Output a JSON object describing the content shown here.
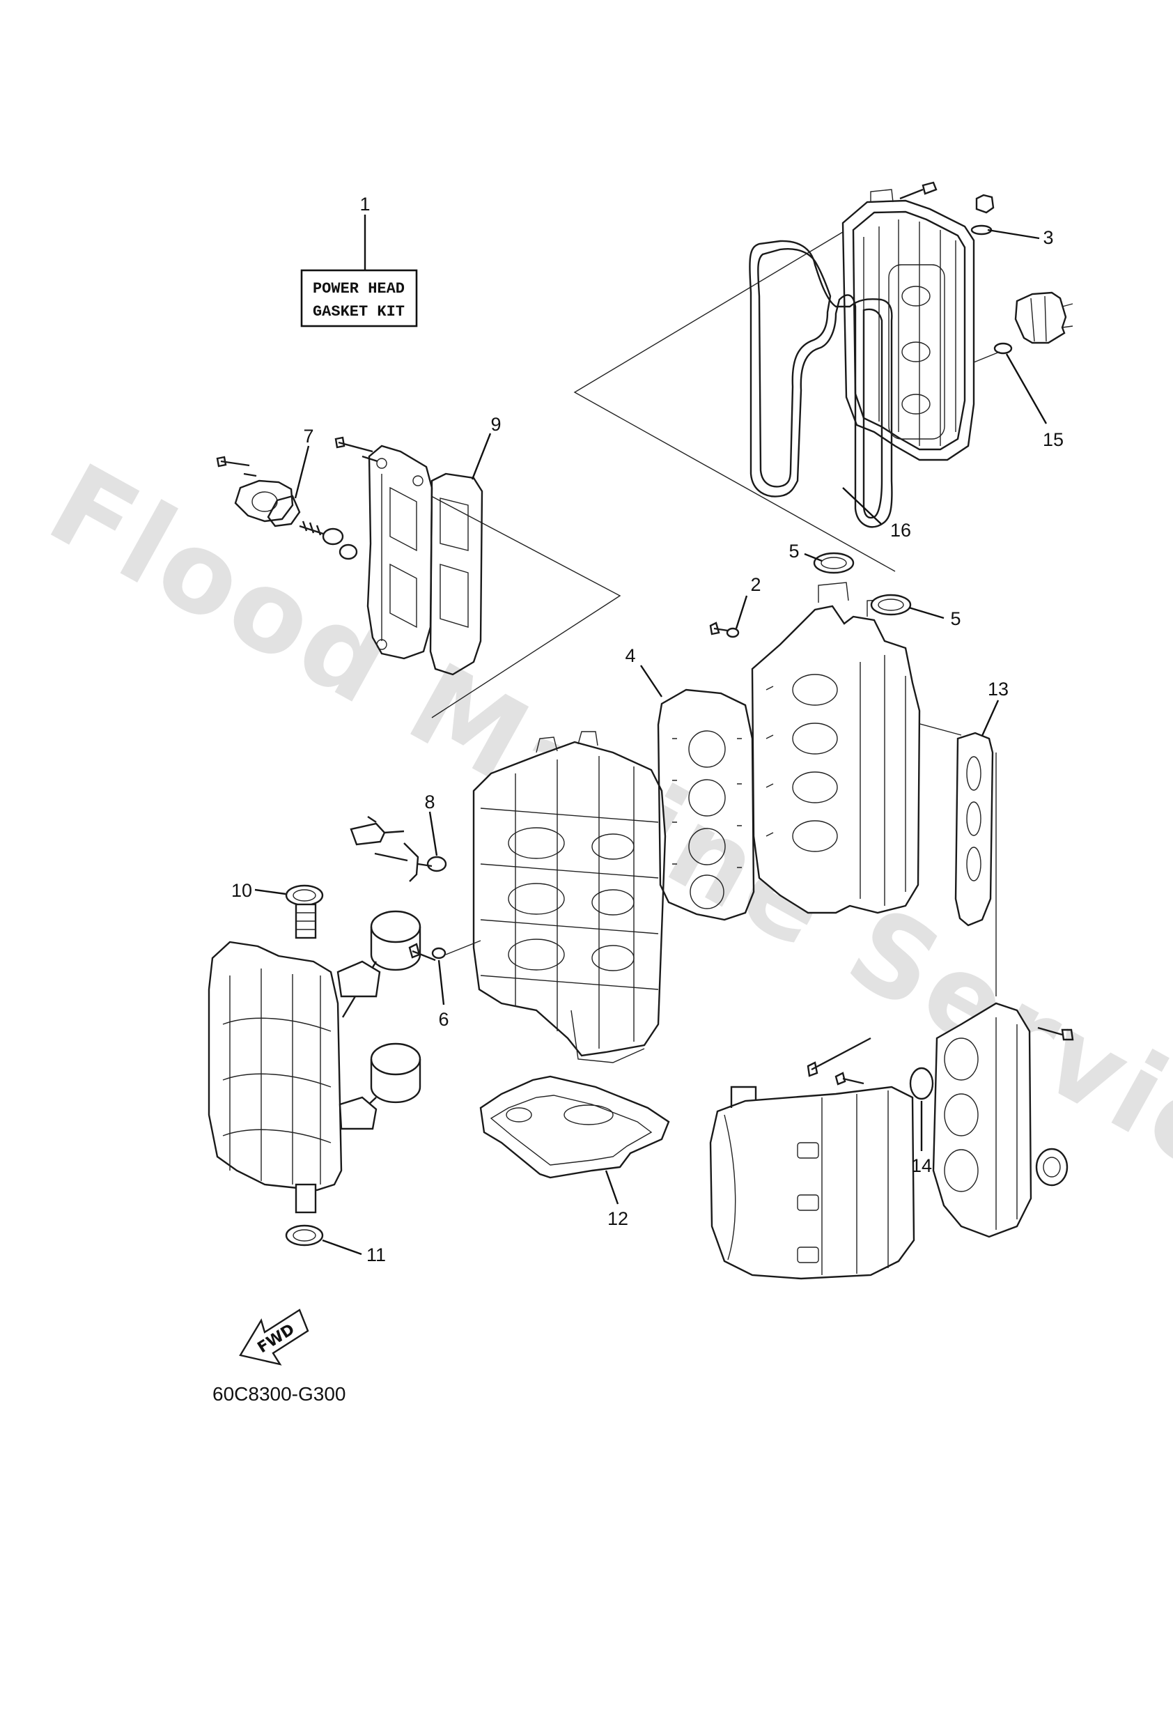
{
  "watermark": "Flood Marine Services",
  "kit_label": {
    "line1": "POWER HEAD",
    "line2": "GASKET KIT"
  },
  "callouts": [
    {
      "id": "1",
      "label": "1"
    },
    {
      "id": "2",
      "label": "2"
    },
    {
      "id": "3",
      "label": "3"
    },
    {
      "id": "4",
      "label": "4"
    },
    {
      "id": "5a",
      "label": "5"
    },
    {
      "id": "5b",
      "label": "5"
    },
    {
      "id": "6",
      "label": "6"
    },
    {
      "id": "7",
      "label": "7"
    },
    {
      "id": "8",
      "label": "8"
    },
    {
      "id": "9",
      "label": "9"
    },
    {
      "id": "10",
      "label": "10"
    },
    {
      "id": "11",
      "label": "11"
    },
    {
      "id": "12",
      "label": "12"
    },
    {
      "id": "13",
      "label": "13"
    },
    {
      "id": "14",
      "label": "14"
    },
    {
      "id": "15",
      "label": "15"
    },
    {
      "id": "16",
      "label": "16"
    }
  ],
  "fwd_label": "FWD",
  "diagram_code": "60C8300-G300"
}
